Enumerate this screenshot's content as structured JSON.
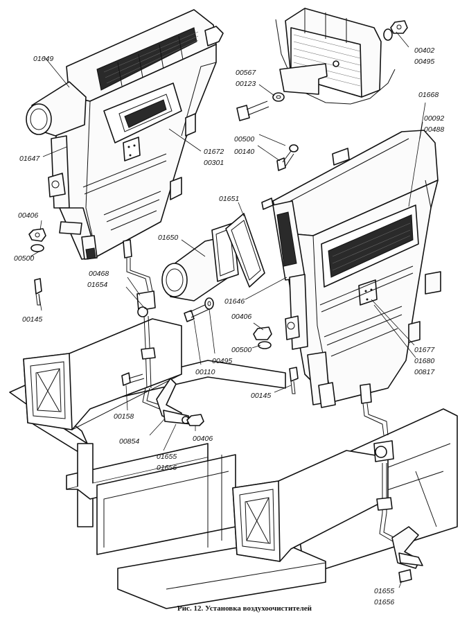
{
  "caption": "Рис. 12. Установка воздухоочистителей",
  "labels": {
    "l01649": "01649",
    "l01647": "01647",
    "l01672": "01672",
    "l00301": "00301",
    "l00406a": "00406",
    "l00500a": "00500",
    "l00145a": "00145",
    "l00468": "00468",
    "l01654": "01654",
    "l01650": "01650",
    "l01651": "01651",
    "l00110": "00110",
    "l00495a": "00495",
    "l00158": "00158",
    "l00854": "00854",
    "l01655a": "01655",
    "l01656a": "01656",
    "l00406b": "00406",
    "l00567": "00567",
    "l00123": "00123",
    "l00500b": "00500",
    "l00140": "00140",
    "l00402": "00402",
    "l00495b": "00495",
    "l01668": "01668",
    "l00092": "00092",
    "l00488": "00488",
    "l01646": "01646",
    "l00406c": "00406",
    "l00500c": "00500",
    "l00145b": "00145",
    "l01677": "01677",
    "l01680": "01680",
    "l00817": "00817",
    "l01655b": "01655",
    "l01656b": "01656"
  }
}
